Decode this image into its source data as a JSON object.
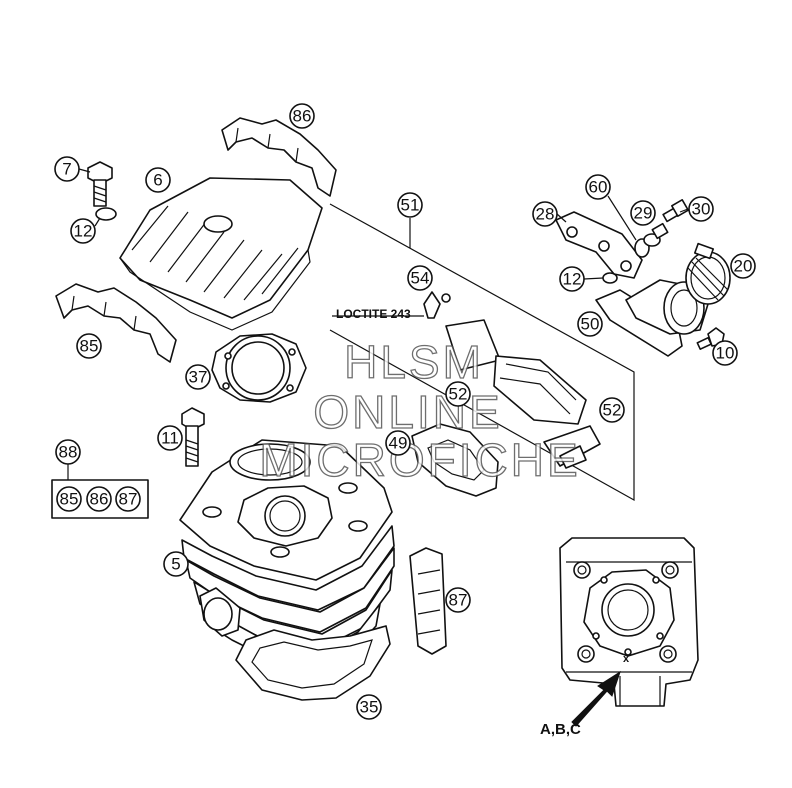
{
  "callouts": {
    "c86": "86",
    "c7": "7",
    "c6": "6",
    "c12a": "12",
    "c85a": "85",
    "c37": "37",
    "c11": "11",
    "c88": "88",
    "c85b": "85",
    "c86b": "86",
    "c87b": "87",
    "c5": "5",
    "c87": "87",
    "c35": "35",
    "c51": "51",
    "c54": "54",
    "c52a": "52",
    "c52b": "52",
    "c49": "49",
    "c60": "60",
    "c28": "28",
    "c29": "29",
    "c30": "30",
    "c12b": "12",
    "c20": "20",
    "c50": "50",
    "c10": "10"
  },
  "labels": {
    "loctite": "LOCTITE 243",
    "abc": "A,B,C",
    "x_mark": "x"
  },
  "watermark": {
    "line1": "HLSM",
    "line2": "ONLINE",
    "line3": "MICROFICHE"
  }
}
